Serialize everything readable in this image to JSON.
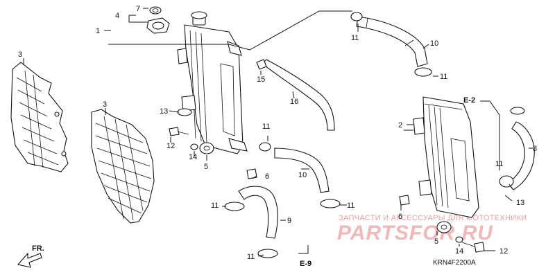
{
  "callouts": {
    "c1": "1",
    "c2": "2",
    "c3a": "3",
    "c3b": "3",
    "c4": "4",
    "c5a": "5",
    "c5b": "5",
    "c6a": "6",
    "c6b": "6",
    "c7": "7",
    "c8": "8",
    "c9": "9",
    "c10a": "10",
    "c10b": "10",
    "c11a": "11",
    "c11b": "11",
    "c11c": "11",
    "c11d": "11",
    "c11e": "11",
    "c11f": "11",
    "c12a": "12",
    "c12b": "12",
    "c13a": "13",
    "c13b": "13",
    "c14a": "14",
    "c14b": "14",
    "c15": "15",
    "c16": "16"
  },
  "refs": {
    "e2": "E-2",
    "e9": "E-9"
  },
  "fr_label": "FR.",
  "diagram_code": "KRN4F2200A",
  "watermark": {
    "caption": "ЗАПЧАСТИ И АКСЕССУАРЫ ДЛЯ МОТОТЕХНИКИ",
    "brand": "PARTSFOR.RU",
    "color": "#f0b9b9"
  }
}
